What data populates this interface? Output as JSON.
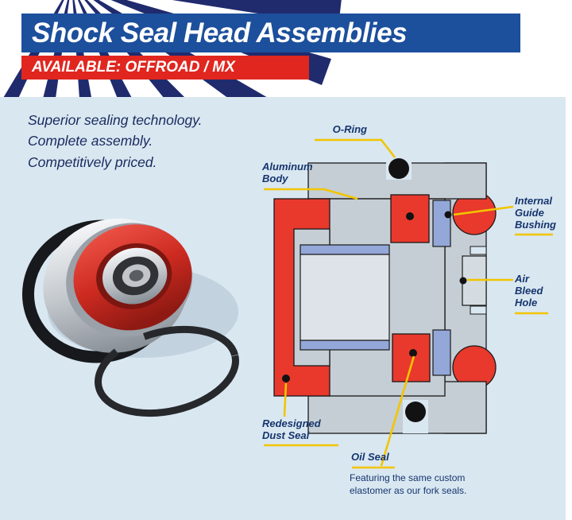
{
  "header": {
    "title": "Shock Seal Head Assemblies",
    "subtitle": "AVAILABLE: OFFROAD / MX"
  },
  "intro": {
    "text": "Superior sealing technology.\nComplete assembly.\nCompetitively priced."
  },
  "diagram": {
    "labels": {
      "o_ring": "O-Ring",
      "aluminum_body": "Aluminum\nBody",
      "internal_guide_bushing": "Internal\nGuide\nBushing",
      "air_bleed_hole": "Air\nBleed\nHole",
      "redesigned_dust_seal": "Redesigned\nDust Seal",
      "oil_seal": "Oil Seal"
    },
    "oil_seal_note": "Featuring the same custom\nelastomer as our fork seals."
  },
  "colors": {
    "header_blue": "#1c4f9c",
    "banner_red": "#e0261f",
    "panel_blue": "#d9e7f1",
    "starburst_navy": "#202b6d",
    "label_navy": "#16356d",
    "leader_yellow": "#f2c500",
    "diagram_grey": "#c5ced4",
    "diagram_red": "#e8392c",
    "bushing_blue": "#93a7d8"
  }
}
